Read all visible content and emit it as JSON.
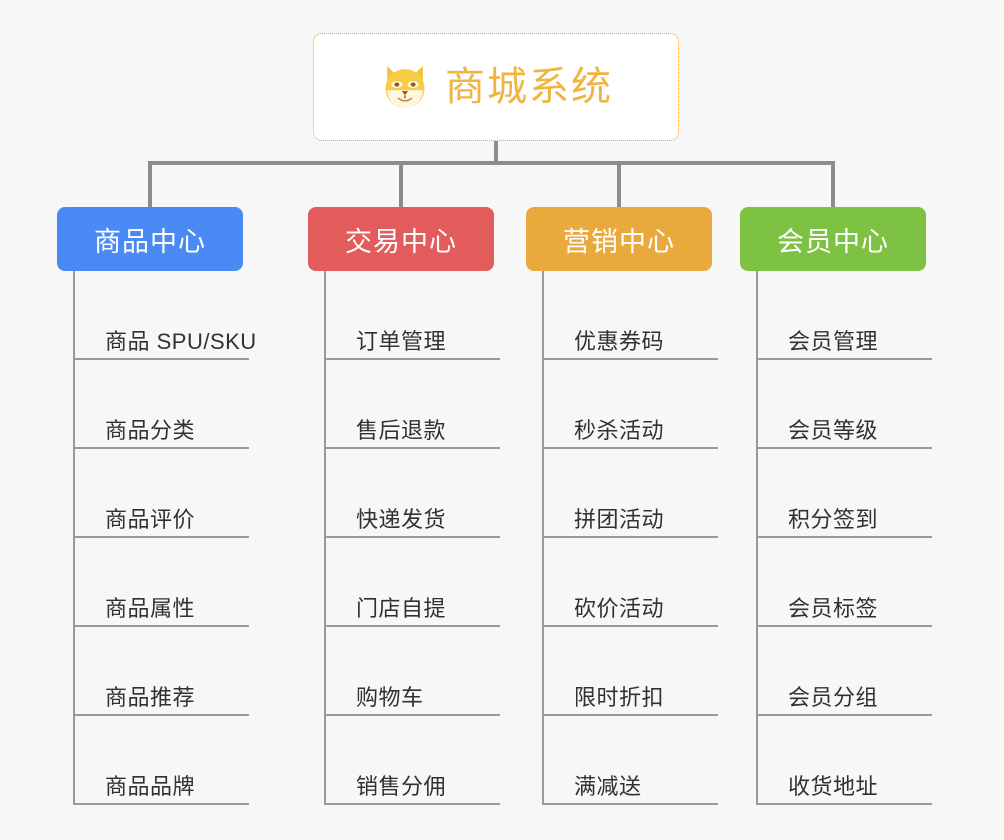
{
  "canvas": {
    "background_color": "#f7f7f7",
    "connector_color": "#8c8c8c"
  },
  "root": {
    "title": "商城系统",
    "icon": "shiba-dog-face-icon",
    "text_color": "#f0b441",
    "border_color": "#e8a33d",
    "background_color": "#ffffff"
  },
  "categories": [
    {
      "label": "商品中心",
      "color": "#4a8af4",
      "color_class": "blue",
      "items": [
        {
          "label": "商品 SPU/SKU"
        },
        {
          "label": "商品分类"
        },
        {
          "label": "商品评价"
        },
        {
          "label": "商品属性"
        },
        {
          "label": "商品推荐"
        },
        {
          "label": "商品品牌"
        }
      ]
    },
    {
      "label": "交易中心",
      "color": "#e25c5c",
      "color_class": "red",
      "items": [
        {
          "label": "订单管理"
        },
        {
          "label": "售后退款"
        },
        {
          "label": "快递发货"
        },
        {
          "label": "门店自提"
        },
        {
          "label": "购物车"
        },
        {
          "label": "销售分佣"
        }
      ]
    },
    {
      "label": "营销中心",
      "color": "#eaa93c",
      "color_class": "orange",
      "items": [
        {
          "label": "优惠券码"
        },
        {
          "label": "秒杀活动"
        },
        {
          "label": "拼团活动"
        },
        {
          "label": "砍价活动"
        },
        {
          "label": "限时折扣"
        },
        {
          "label": "满减送"
        }
      ]
    },
    {
      "label": "会员中心",
      "color": "#7dc242",
      "color_class": "green",
      "items": [
        {
          "label": "会员管理"
        },
        {
          "label": "会员等级"
        },
        {
          "label": "积分签到"
        },
        {
          "label": "会员标签"
        },
        {
          "label": "会员分组"
        },
        {
          "label": "收货地址"
        }
      ]
    }
  ]
}
